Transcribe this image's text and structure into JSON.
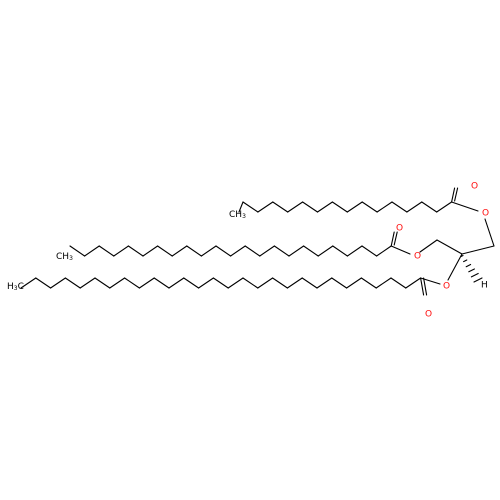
{
  "molecule": {
    "chains": [
      {
        "name": "chain-1",
        "start_label": "CH3",
        "label_text": "CH",
        "label_sub": "3",
        "carbonyl_O": "O",
        "ester_O": "O"
      },
      {
        "name": "chain-2",
        "start_label": "CH3",
        "label_text": "CH",
        "label_sub": "3",
        "carbonyl_O": "O",
        "ester_O": "O"
      },
      {
        "name": "chain-3",
        "start_label": "H3C",
        "label_text": "H",
        "label_sub": "3",
        "label_tail": "C",
        "carbonyl_O": "O",
        "ester_O": "O"
      }
    ],
    "stereo_H": "H",
    "colors": {
      "bond": "#000000",
      "oxygen": "#ff0d0d",
      "carbon": "#000000"
    }
  }
}
